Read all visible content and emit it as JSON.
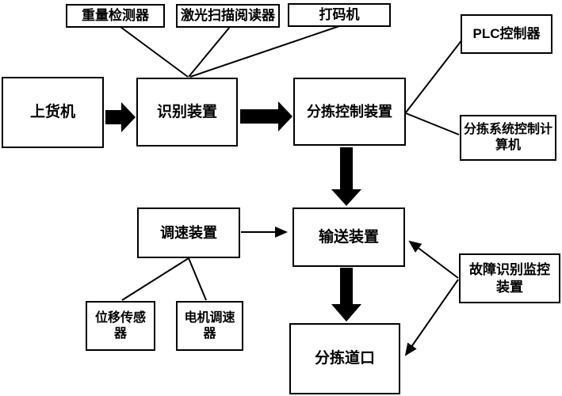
{
  "diagram": {
    "description": "Flowchart of an automatic parcel sorting system",
    "colors": {
      "background": "#ffffff",
      "line": "#000000",
      "box_border": "#000000",
      "text": "#000000"
    },
    "nodes": {
      "weight_detector": {
        "label": "重量检测器"
      },
      "laser_scanner": {
        "label": "激光扫描阅读器"
      },
      "coding_machine": {
        "label": "打码机"
      },
      "loader": {
        "label": "上货机"
      },
      "identifier": {
        "label": "识别装置"
      },
      "sorting_controller": {
        "label": "分拣控制装置"
      },
      "plc": {
        "label": "PLC控制器"
      },
      "sorting_computer": {
        "label": "分拣系统控制计算机"
      },
      "speed_regulator": {
        "label": "调速装置"
      },
      "conveyor": {
        "label": "输送装置"
      },
      "displacement_sensor": {
        "label": "位移传感器"
      },
      "motor_governor": {
        "label": "电机调速器"
      },
      "fault_monitor": {
        "label": "故障识别监控装置"
      },
      "sorting_gate": {
        "label": "分拣道口"
      }
    },
    "edges": [
      {
        "from": "weight_detector",
        "to": "identifier",
        "style": "plain-line"
      },
      {
        "from": "laser_scanner",
        "to": "identifier",
        "style": "plain-line"
      },
      {
        "from": "coding_machine",
        "to": "identifier",
        "style": "plain-line"
      },
      {
        "from": "loader",
        "to": "identifier",
        "style": "thick-arrow"
      },
      {
        "from": "identifier",
        "to": "sorting_controller",
        "style": "thick-arrow"
      },
      {
        "from": "sorting_controller",
        "to": "plc",
        "style": "plain-line"
      },
      {
        "from": "sorting_controller",
        "to": "sorting_computer",
        "style": "plain-line"
      },
      {
        "from": "sorting_controller",
        "to": "conveyor",
        "style": "thick-arrow"
      },
      {
        "from": "speed_regulator",
        "to": "conveyor",
        "style": "thin-arrow"
      },
      {
        "from": "speed_regulator",
        "to": "displacement_sensor",
        "style": "plain-line"
      },
      {
        "from": "speed_regulator",
        "to": "motor_governor",
        "style": "plain-line"
      },
      {
        "from": "fault_monitor",
        "to": "conveyor",
        "style": "thin-arrow"
      },
      {
        "from": "fault_monitor",
        "to": "sorting_gate",
        "style": "thin-arrow"
      },
      {
        "from": "conveyor",
        "to": "sorting_gate",
        "style": "thick-arrow"
      }
    ]
  }
}
